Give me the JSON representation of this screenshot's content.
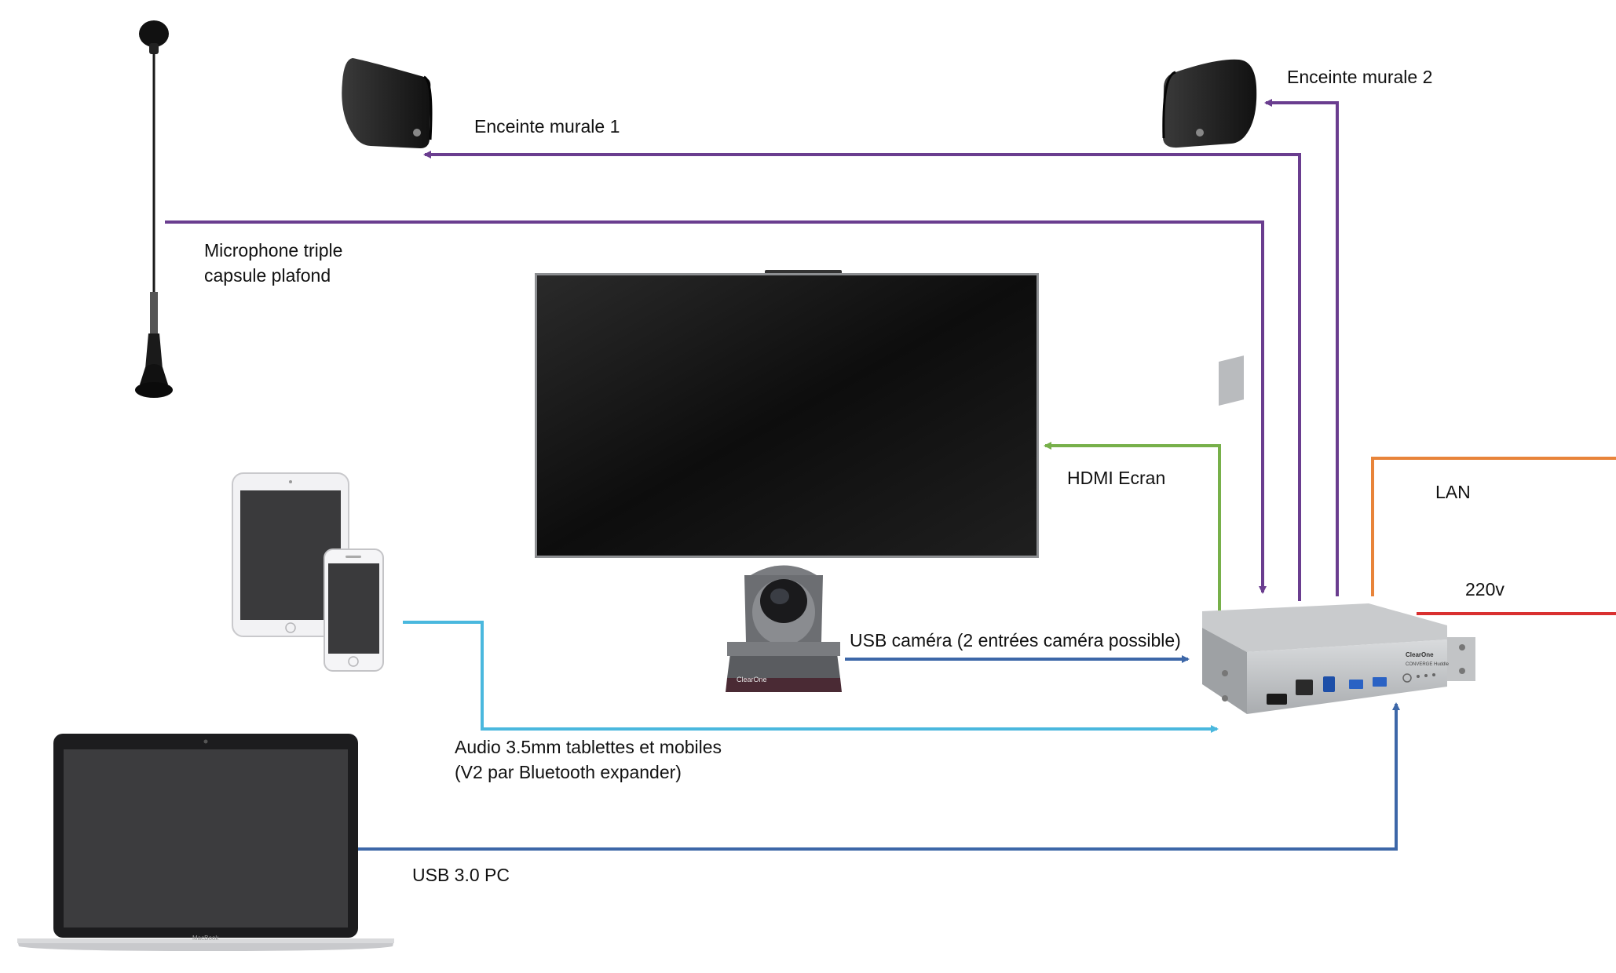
{
  "labels": {
    "speaker1": "Enceinte murale 1",
    "speaker2": "Enceinte murale 2",
    "mic_line1": "Microphone triple",
    "mic_line2": "capsule plafond",
    "hdmi": "HDMI Ecran",
    "lan": "LAN",
    "power": "220v",
    "usb_camera": "USB caméra (2 entrées caméra possible)",
    "audio_line1": "Audio 3.5mm tablettes et mobiles",
    "audio_line2": "(V2 par Bluetooth expander)",
    "usb_pc": "USB 3.0 PC"
  },
  "device_text": {
    "camera_brand": "ClearOne",
    "hub_brand": "ClearOne",
    "hub_model": "CONVERGE Huddle",
    "laptop_brand": "MacBook"
  },
  "connections": [
    {
      "id": "speaker1",
      "color": "#6a3d8f"
    },
    {
      "id": "speaker2",
      "color": "#6a3d8f"
    },
    {
      "id": "microphone",
      "color": "#6a3d8f"
    },
    {
      "id": "hdmi",
      "color": "#77b04a"
    },
    {
      "id": "lan",
      "color": "#e8843a"
    },
    {
      "id": "power",
      "color": "#d93030"
    },
    {
      "id": "usb-camera",
      "color": "#3d67a8"
    },
    {
      "id": "audio-3.5mm",
      "color": "#4ab8de"
    },
    {
      "id": "usb-pc",
      "color": "#3d67a8"
    }
  ],
  "icons": [
    "ceiling-microphone-icon",
    "wall-speaker-icon",
    "display-screen-icon",
    "ptz-camera-icon",
    "tablet-icon",
    "smartphone-icon",
    "laptop-icon",
    "huddle-hub-icon"
  ]
}
